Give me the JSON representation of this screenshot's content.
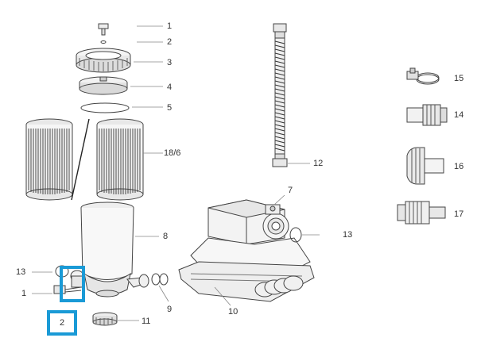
{
  "diagram": {
    "highlight_color": "#1a9ad6",
    "line_color": "#555555",
    "callouts": {
      "c1_top": "1",
      "c2_top": "2",
      "c3": "3",
      "c4": "4",
      "c5": "5",
      "c18_6": "18/6",
      "c7": "7",
      "c8": "8",
      "c9": "9",
      "c10": "10",
      "c11": "11",
      "c12": "12",
      "c13_left": "13",
      "c13_right": "13",
      "c1_left": "1",
      "c2_highlight": "2",
      "c14": "14",
      "c15": "15",
      "c16": "16",
      "c17": "17"
    }
  }
}
